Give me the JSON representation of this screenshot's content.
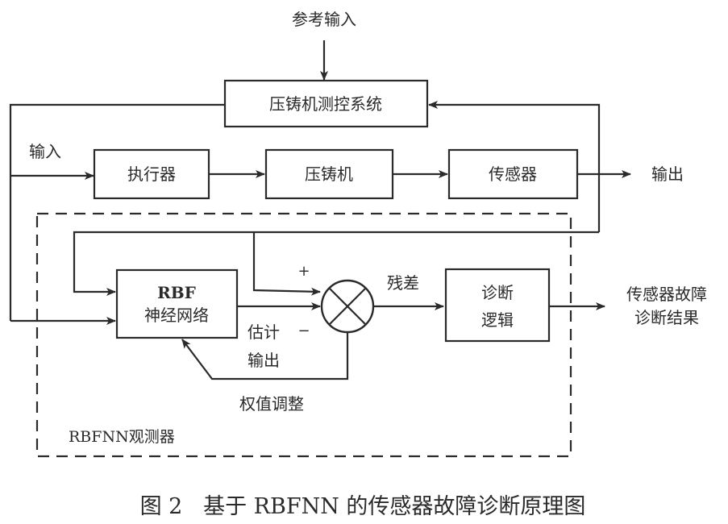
{
  "diagram": {
    "reference_input": "参考输入",
    "control_system": "压铸机测控系统",
    "input_label": "输入",
    "actuator": "执行器",
    "die_casting_machine": "压铸机",
    "sensor": "传感器",
    "output_label": "输出",
    "rbf_title": "RBF",
    "rbf_subtitle": "神经网络",
    "plus_sign": "+",
    "minus_sign": "−",
    "estimate_line1": "估计",
    "estimate_line2": "输出",
    "residual_label": "残差",
    "diagnosis_line1": "诊断",
    "diagnosis_line2": "逻辑",
    "result_line1": "传感器故障",
    "result_line2": "诊断结果",
    "weight_adjust": "权值调整",
    "observer_label": "RBFNN观测器"
  },
  "caption": "图 2   基于 RBFNN 的传感器故障诊断原理图"
}
